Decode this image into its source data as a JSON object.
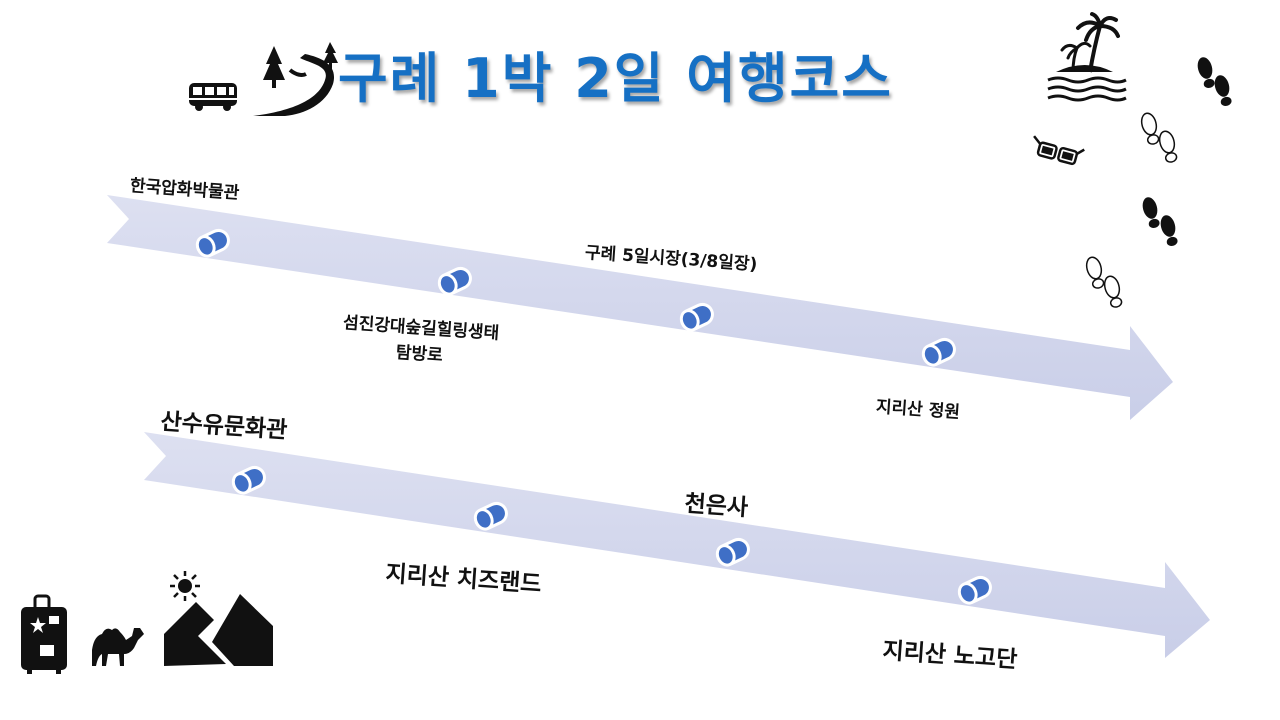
{
  "title": "구례 1박 2일 여행코스",
  "day1": {
    "stops": [
      {
        "label": "한국압화박물관"
      },
      {
        "label_line1": "섬진강대숲길힐링생태",
        "label_line2": "탐방로"
      },
      {
        "label": "구례 5일시장(3/8일장)"
      },
      {
        "label": "지리산 정원"
      }
    ]
  },
  "day2": {
    "stops": [
      {
        "label": "산수유문화관"
      },
      {
        "label": "지리산 치즈랜드"
      },
      {
        "label": "천은사"
      },
      {
        "label": "지리산 노고단"
      }
    ]
  },
  "colors": {
    "title": "#1670c4",
    "arrow": "#d2d6ec",
    "marker": "#3f6fc6"
  },
  "icons": [
    "bus-icon",
    "road-trees-icon",
    "island-palm-icon",
    "footprints-icon",
    "3d-glasses-icon",
    "suitcase-icon",
    "camel-icon",
    "sun-icon",
    "mountains-icon"
  ]
}
